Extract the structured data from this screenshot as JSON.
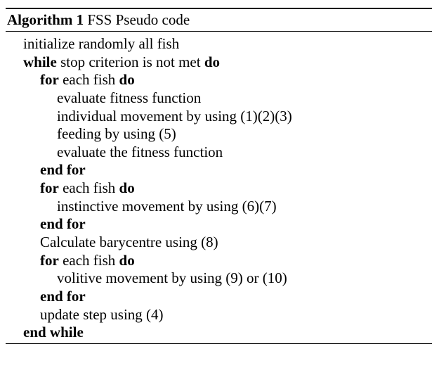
{
  "caption": {
    "label": "Algorithm 1",
    "title": "FSS Pseudo code"
  },
  "lines": [
    {
      "indent": 1,
      "parts": [
        {
          "text": "initialize randomly all fish",
          "bold": false
        }
      ]
    },
    {
      "indent": 1,
      "parts": [
        {
          "text": "while",
          "bold": true
        },
        {
          "text": " stop criterion is not met ",
          "bold": false
        },
        {
          "text": "do",
          "bold": true
        }
      ]
    },
    {
      "indent": 2,
      "parts": [
        {
          "text": "for",
          "bold": true
        },
        {
          "text": " each fish ",
          "bold": false
        },
        {
          "text": "do",
          "bold": true
        }
      ]
    },
    {
      "indent": 3,
      "parts": [
        {
          "text": "evaluate fitness function",
          "bold": false
        }
      ]
    },
    {
      "indent": 3,
      "parts": [
        {
          "text": "individual movement by using (1)(2)(3)",
          "bold": false
        }
      ]
    },
    {
      "indent": 3,
      "parts": [
        {
          "text": "feeding by using (5)",
          "bold": false
        }
      ]
    },
    {
      "indent": 3,
      "parts": [
        {
          "text": "evaluate the fitness function",
          "bold": false
        }
      ]
    },
    {
      "indent": 2,
      "parts": [
        {
          "text": "end for",
          "bold": true
        }
      ]
    },
    {
      "indent": 2,
      "parts": [
        {
          "text": "for",
          "bold": true
        },
        {
          "text": " each fish ",
          "bold": false
        },
        {
          "text": "do",
          "bold": true
        }
      ]
    },
    {
      "indent": 3,
      "parts": [
        {
          "text": "instinctive movement by using (6)(7)",
          "bold": false
        }
      ]
    },
    {
      "indent": 2,
      "parts": [
        {
          "text": "end for",
          "bold": true
        }
      ]
    },
    {
      "indent": 2,
      "parts": [
        {
          "text": "Calculate barycentre using (8)",
          "bold": false
        }
      ]
    },
    {
      "indent": 2,
      "parts": [
        {
          "text": "for",
          "bold": true
        },
        {
          "text": " each fish ",
          "bold": false
        },
        {
          "text": "do",
          "bold": true
        }
      ]
    },
    {
      "indent": 3,
      "parts": [
        {
          "text": "volitive movement by using (9) or (10)",
          "bold": false
        }
      ]
    },
    {
      "indent": 2,
      "parts": [
        {
          "text": "end for",
          "bold": true
        }
      ]
    },
    {
      "indent": 2,
      "parts": [
        {
          "text": "update step using (4)",
          "bold": false
        }
      ]
    },
    {
      "indent": 1,
      "parts": [
        {
          "text": "end while",
          "bold": true
        }
      ]
    }
  ]
}
